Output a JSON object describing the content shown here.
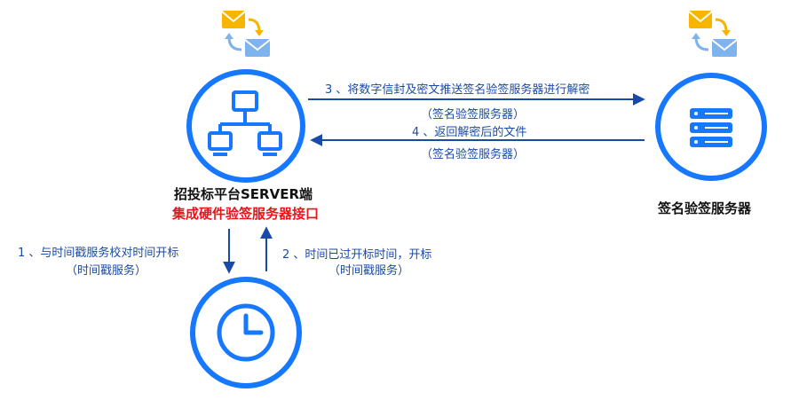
{
  "nodes": {
    "platform": {
      "title": "招投标平台SERVER端",
      "subtitle": "集成硬件验签服务器接口"
    },
    "sign_server": {
      "title": "签名验签服务器"
    }
  },
  "edges": {
    "e3": {
      "text": "3 、将数字信封及密文推送签名验签服务器进行解密",
      "note": "（签名验签服务器）"
    },
    "e4": {
      "text": "4 、返回解密后的文件",
      "note": "（签名验签服务器）"
    },
    "e1": {
      "text": "1 、与时间戳服务校对时间开标",
      "note": "（时间戳服务）"
    },
    "e2": {
      "text": "2 、时间已过开标时间，开标",
      "note": "（时间戳服务）"
    }
  },
  "colors": {
    "accent": "#1677ff",
    "arrow": "#1a4aa8",
    "highlight": "#e8151b"
  }
}
